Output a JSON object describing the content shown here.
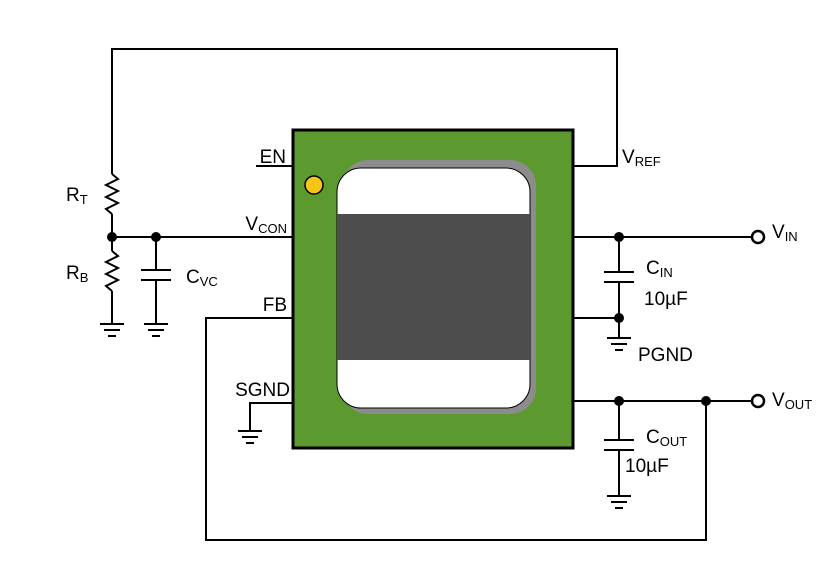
{
  "pins": {
    "en": "EN",
    "vcon": {
      "main": "V",
      "sub": "CON"
    },
    "fb": "FB",
    "sgnd": "SGND",
    "vref": {
      "main": "V",
      "sub": "REF"
    }
  },
  "components": {
    "rt": {
      "main": "R",
      "sub": "T"
    },
    "rb": {
      "main": "R",
      "sub": "B"
    },
    "cvc": {
      "main": "C",
      "sub": "VC"
    },
    "cin": {
      "main": "C",
      "sub": "IN",
      "value": "10µF"
    },
    "cout": {
      "main": "C",
      "sub": "OUT",
      "value": "10µF"
    }
  },
  "nets": {
    "vin": {
      "main": "V",
      "sub": "IN"
    },
    "vout": {
      "main": "V",
      "sub": "OUT"
    },
    "pgnd": "PGND"
  },
  "colors": {
    "package_green": "#5c9a30",
    "die_dark": "#4d4d4d",
    "pin1_marker": "#f5c518",
    "wire": "#000000"
  }
}
